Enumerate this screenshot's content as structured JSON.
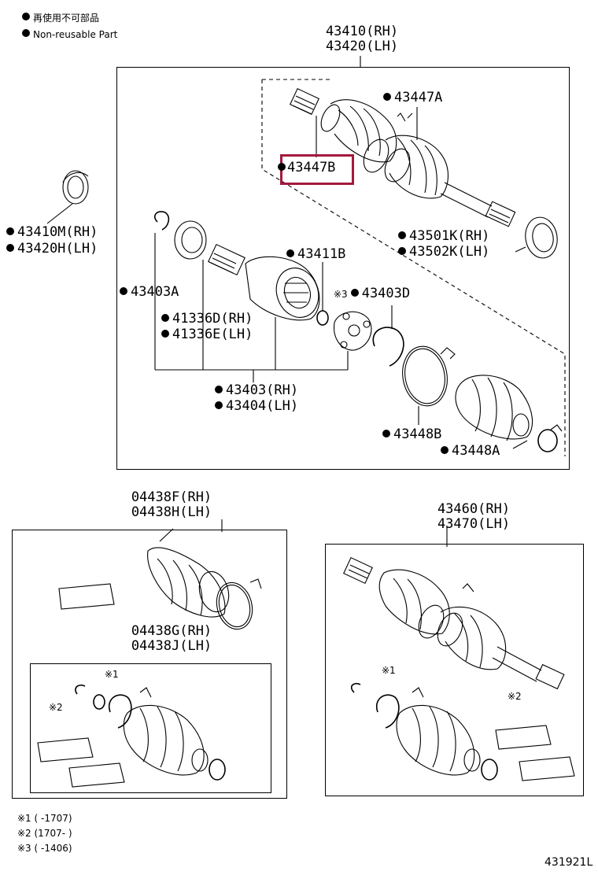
{
  "legend": {
    "jp": "再使用不可部品",
    "en": "Non-reusable Part"
  },
  "top_assembly": {
    "line1": "43410(RH)",
    "line2": "43420(LH)"
  },
  "parts": {
    "p43447A": "43447A",
    "p43447B": "43447B",
    "p43410M": "43410M(RH)",
    "p43420H": "43420H(LH)",
    "p43501K": "43501K(RH)",
    "p43502K": "43502K(LH)",
    "p43411B": "43411B",
    "p43403A": "43403A",
    "p43403D": "43403D",
    "p43403D_mark": "※3",
    "p41336D": "41336D(RH)",
    "p41336E": "41336E(LH)",
    "p43403": "43403(RH)",
    "p43404": "43404(LH)",
    "p43448B": "43448B",
    "p43448A": "43448A"
  },
  "kit_outer": {
    "line1": "04438F(RH)",
    "line2": "04438H(LH)"
  },
  "kit_inner": {
    "line1": "04438G(RH)",
    "line2": "04438J(LH)"
  },
  "kit_inner_marks": {
    "m1": "※1",
    "m2": "※2"
  },
  "assembly_right": {
    "line1": "43460(RH)",
    "line2": "43470(LH)"
  },
  "assembly_right_marks": {
    "m1": "※1",
    "m2": "※2"
  },
  "footnotes": {
    "n1": "※1 (     -1707)",
    "n2": "※2 (1707-     )",
    "n3": "※3 (     -1406)"
  },
  "diagram_code": "431921L",
  "colors": {
    "highlight": "#a4193d",
    "line": "#000000"
  }
}
